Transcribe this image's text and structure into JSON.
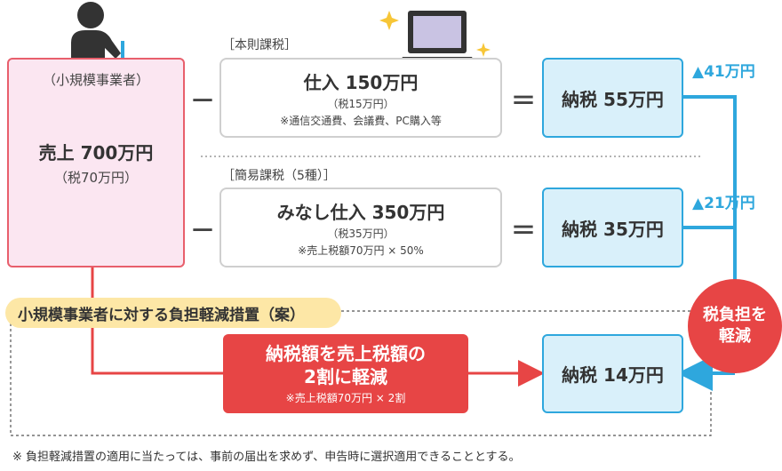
{
  "seller": {
    "category": "（小規模事業者）",
    "sales": "売上 700万円",
    "sales_tax": "（税70万円）"
  },
  "honsoku": {
    "label": "［本則課税］",
    "purchase": "仕入 150万円",
    "purchase_tax": "（税15万円）",
    "purchase_note": "※通信交通費、会議費、PC購入等",
    "tax_paid": "納税 55万円",
    "reduction": "▲41万円"
  },
  "kani": {
    "label": "［簡易課税（5種）］",
    "purchase": "みなし仕入 350万円",
    "purchase_tax": "（税35万円）",
    "purchase_note": "※売上税額70万円 × 50%",
    "tax_paid": "納税 35万円",
    "reduction": "▲21万円"
  },
  "proposal": {
    "label": "小規模事業者に対する負担軽減措置（案）",
    "line1": "納税額を売上税額の",
    "line2": "2割に軽減",
    "note": "※売上税額70万円 × 2割",
    "tax_paid": "納税 14万円"
  },
  "burden": {
    "line1": "税負担を",
    "line2": "軽減"
  },
  "operators": {
    "minus": "－",
    "equals": "＝"
  },
  "footnote": "※ 負担軽減措置の適用に当たっては、事前の届出を求めず、申告時に選択適用できることとする。",
  "icons": [
    "person-at-laptop-icon",
    "laptop-icon",
    "sparkle-icon"
  ],
  "colors": {
    "seller_fill": "#fbe6f1",
    "seller_border": "#e85f6c",
    "tax_fill": "#d9f0fa",
    "tax_border": "#2ea7dd",
    "accent_red": "#e74545",
    "pill_fill": "#fde7a6"
  }
}
